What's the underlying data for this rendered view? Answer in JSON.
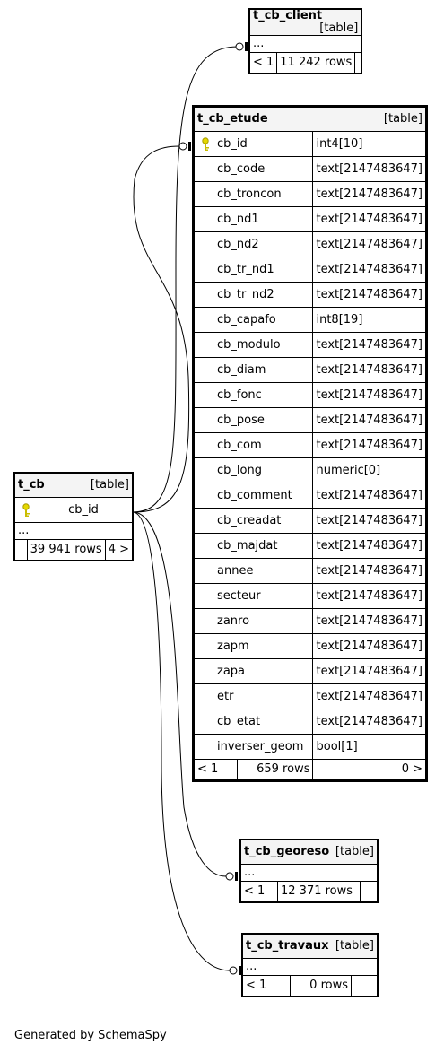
{
  "tables": {
    "t_cb_client": {
      "name": "t_cb_client",
      "type": "[table]",
      "more": "...",
      "parents": "< 1",
      "rows": "11 242 rows",
      "children": ""
    },
    "t_cb_etude": {
      "name": "t_cb_etude",
      "type": "[table]",
      "columns": [
        {
          "name": "cb_id",
          "type": "int4[10]",
          "pk": true
        },
        {
          "name": "cb_code",
          "type": "text[2147483647]"
        },
        {
          "name": "cb_troncon",
          "type": "text[2147483647]"
        },
        {
          "name": "cb_nd1",
          "type": "text[2147483647]"
        },
        {
          "name": "cb_nd2",
          "type": "text[2147483647]"
        },
        {
          "name": "cb_tr_nd1",
          "type": "text[2147483647]"
        },
        {
          "name": "cb_tr_nd2",
          "type": "text[2147483647]"
        },
        {
          "name": "cb_capafo",
          "type": "int8[19]"
        },
        {
          "name": "cb_modulo",
          "type": "text[2147483647]"
        },
        {
          "name": "cb_diam",
          "type": "text[2147483647]"
        },
        {
          "name": "cb_fonc",
          "type": "text[2147483647]"
        },
        {
          "name": "cb_pose",
          "type": "text[2147483647]"
        },
        {
          "name": "cb_com",
          "type": "text[2147483647]"
        },
        {
          "name": "cb_long",
          "type": "numeric[0]"
        },
        {
          "name": "cb_comment",
          "type": "text[2147483647]"
        },
        {
          "name": "cb_creadat",
          "type": "text[2147483647]"
        },
        {
          "name": "cb_majdat",
          "type": "text[2147483647]"
        },
        {
          "name": "annee",
          "type": "text[2147483647]"
        },
        {
          "name": "secteur",
          "type": "text[2147483647]"
        },
        {
          "name": "zanro",
          "type": "text[2147483647]"
        },
        {
          "name": "zapm",
          "type": "text[2147483647]"
        },
        {
          "name": "zapa",
          "type": "text[2147483647]"
        },
        {
          "name": "etr",
          "type": "text[2147483647]"
        },
        {
          "name": "cb_etat",
          "type": "text[2147483647]"
        },
        {
          "name": "inverser_geom",
          "type": "bool[1]"
        }
      ],
      "parents": "< 1",
      "rows": "659 rows",
      "children": "0 >"
    },
    "t_cb": {
      "name": "t_cb",
      "type": "[table]",
      "pk_column": "cb_id",
      "more": "...",
      "parents": "",
      "rows": "39 941 rows",
      "children": "4 >"
    },
    "t_cb_georeso": {
      "name": "t_cb_georeso",
      "type": "[table]",
      "more": "...",
      "parents": "< 1",
      "rows": "12 371 rows",
      "children": ""
    },
    "t_cb_travaux": {
      "name": "t_cb_travaux",
      "type": "[table]",
      "more": "...",
      "parents": "< 1",
      "rows": "0 rows",
      "children": ""
    }
  },
  "footer": "Generated by SchemaSpy"
}
